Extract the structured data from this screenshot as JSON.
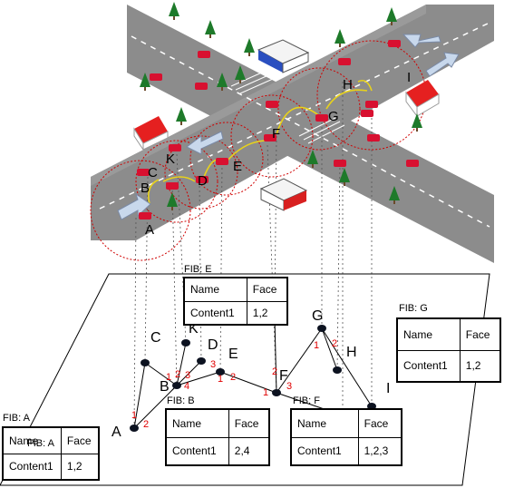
{
  "road_nodes": [
    "A",
    "B",
    "C",
    "D",
    "E",
    "F",
    "G",
    "H",
    "I",
    "K"
  ],
  "graph_nodes": [
    "A",
    "B",
    "C",
    "K",
    "D",
    "E",
    "F",
    "G",
    "H",
    "I"
  ],
  "fib_tables": [
    {
      "id": "A",
      "title": "FIB: A",
      "title_inner": "FIB: A",
      "header": [
        "Name",
        "Face"
      ],
      "row": [
        "Content1",
        "1,2"
      ]
    },
    {
      "id": "B",
      "title": "FIB: B",
      "header": [
        "Name",
        "Face"
      ],
      "row": [
        "Content1",
        "2,4"
      ]
    },
    {
      "id": "E",
      "title": "FIB: E",
      "header": [
        "Name",
        "Face"
      ],
      "row": [
        "Content1",
        "1,2"
      ]
    },
    {
      "id": "F",
      "title": "FIB: F",
      "header": [
        "Name",
        "Face"
      ],
      "row": [
        "Content1",
        "1,2,3"
      ]
    },
    {
      "id": "G",
      "title": "FIB: G",
      "header": [
        "Name",
        "Face"
      ],
      "row": [
        "Content1",
        "1,2"
      ]
    }
  ],
  "ports": {
    "A": [
      "1",
      "2"
    ],
    "B": [
      "1",
      "2",
      "3",
      "4"
    ],
    "D": [
      "3"
    ],
    "E": [
      "1",
      "2"
    ],
    "F": [
      "1",
      "2",
      "3"
    ],
    "G": [
      "1",
      "2"
    ]
  },
  "colors": {
    "road": "#8c8c8c",
    "lane": "#ffffff",
    "car": "#d81030",
    "tree": "#1e7a2a",
    "range": "#d00000",
    "arrow": "#e8d21a",
    "port": "#e00000"
  }
}
